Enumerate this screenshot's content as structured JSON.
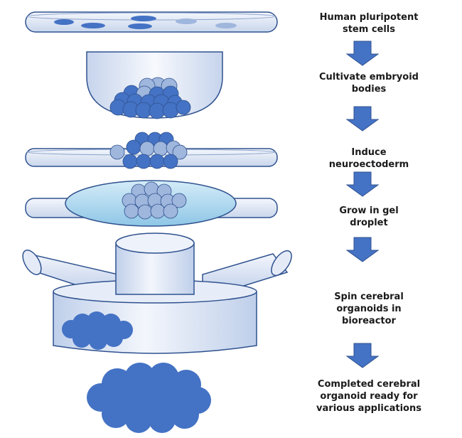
{
  "steps": [
    {
      "label": "Human pluripotent\nstem cells"
    },
    {
      "label": "Cultivate embryoid\nbodies"
    },
    {
      "label": "Induce\nneuroectoderm"
    },
    {
      "label": "Grow in gel\ndroplet"
    },
    {
      "label": "Spin cerebral\norganoids in\nbioreactor"
    },
    {
      "label": "Completed cerebral\norganoid ready for\nvarious applications"
    }
  ],
  "colors": {
    "cell_fill": "#4472c4",
    "cell_stroke": "#2f528f",
    "faded_cell": "#9fb6dd",
    "arrow": "#4472c4",
    "dish_fill": "#dbe5f3",
    "dish_stroke": "#2f528f",
    "gel_fill": "#a9d6ee"
  },
  "icons": [
    "down-arrow-icon"
  ]
}
